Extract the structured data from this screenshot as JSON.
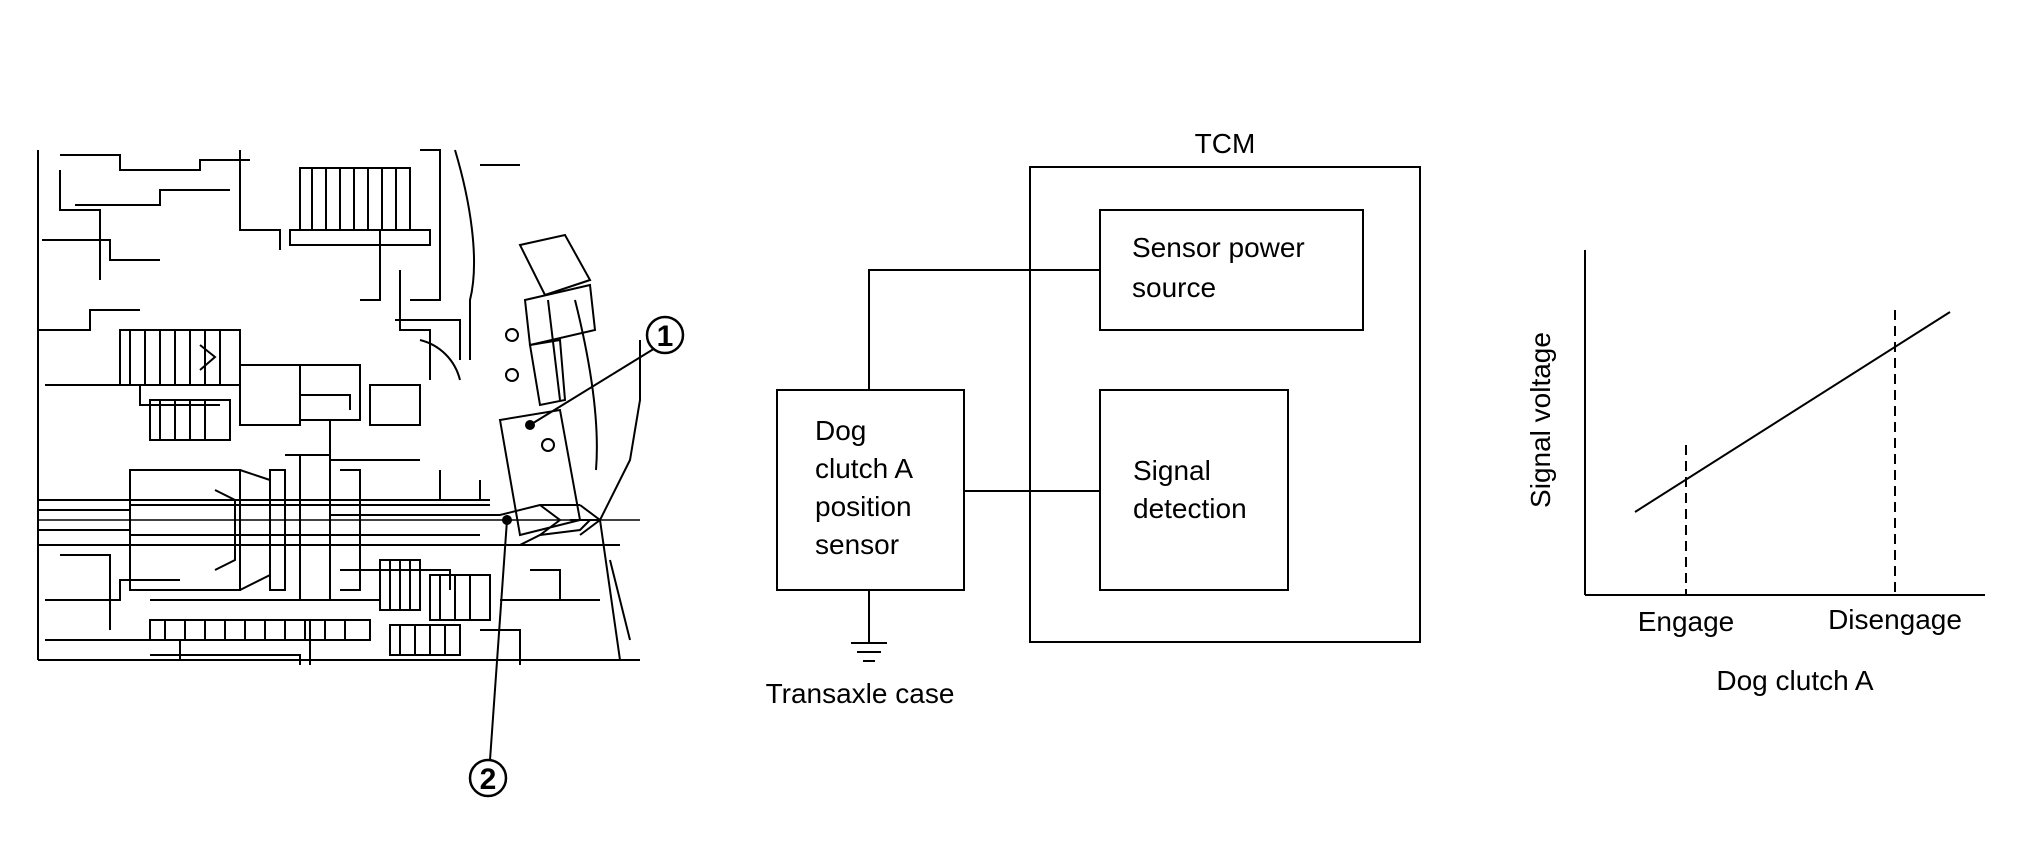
{
  "cutaway": {
    "callout_1": "1",
    "callout_2": "2"
  },
  "circuit": {
    "tcm_label": "TCM",
    "power_box_label": [
      "Sensor power",
      "source"
    ],
    "detect_box_label": [
      "Signal",
      "detection"
    ],
    "sensor_box_label": [
      "Dog",
      "clutch A",
      "position",
      "sensor"
    ],
    "ground_label": "Transaxle case"
  },
  "graph": {
    "ylabel": "Signal voltage",
    "xlabel": "Dog clutch A",
    "tick_engage": "Engage",
    "tick_disengage": "Disengage"
  },
  "colors": {
    "line": "#000000",
    "background": "#ffffff"
  }
}
